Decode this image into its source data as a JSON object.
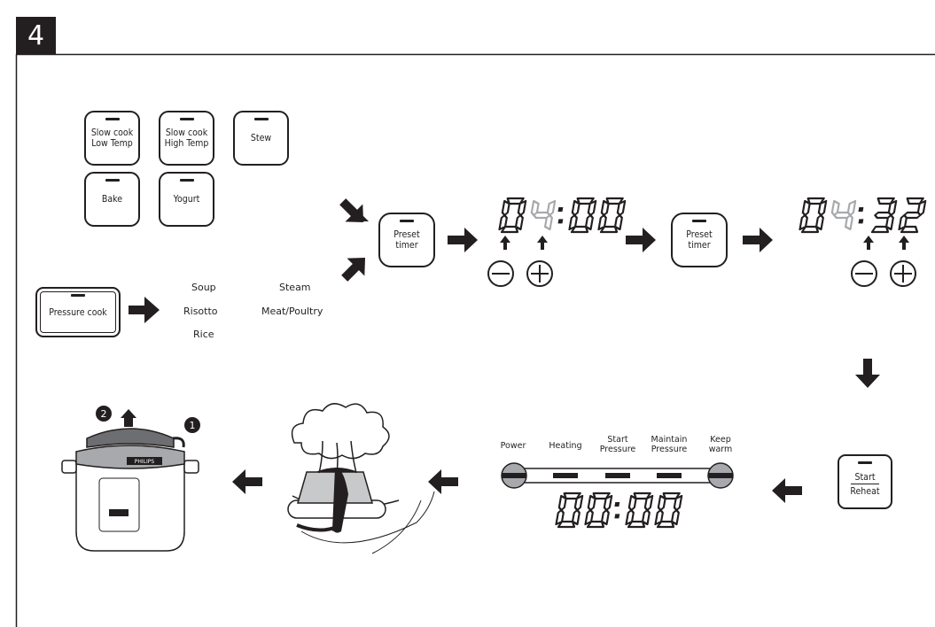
{
  "step_number": "4",
  "program_buttons": [
    {
      "id": "slow-low",
      "label": "Slow cook\nLow Temp"
    },
    {
      "id": "slow-high",
      "label": "Slow cook\nHigh Temp"
    },
    {
      "id": "stew",
      "label": "Stew"
    },
    {
      "id": "bake",
      "label": "Bake"
    },
    {
      "id": "yogurt",
      "label": "Yogurt"
    }
  ],
  "pressure_cook": {
    "button_label": "Pressure cook",
    "menu_items": [
      "Soup",
      "Steam",
      "Risotto",
      "Meat/Poultry",
      "Rice"
    ]
  },
  "preset_timer_label": "Preset\ntimer",
  "display_1": {
    "text": "04:00",
    "dim_digit": 1
  },
  "display_2": {
    "text": "04:32",
    "dim_digit": 1
  },
  "display_3": {
    "text": "00:00"
  },
  "start_reheat": {
    "top": "Start",
    "bottom": "Reheat"
  },
  "mode_labels": [
    "Power",
    "Heating",
    "Start\nPressure",
    "Maintain\nPressure",
    "Keep\nwarm"
  ],
  "lid_steps": [
    "2",
    "1"
  ],
  "lid_brand": "PHILIPS",
  "colors": {
    "ink": "#231f20",
    "dim": "#a7a9ac",
    "light": "#c8c9cb",
    "white": "#ffffff"
  },
  "icons": [
    "arrow-right-icon",
    "arrow-left-icon",
    "arrow-down-icon",
    "arrow-up-icon",
    "minus-circle-icon",
    "plus-circle-icon",
    "steam-cloud-icon",
    "cooker-icon"
  ]
}
